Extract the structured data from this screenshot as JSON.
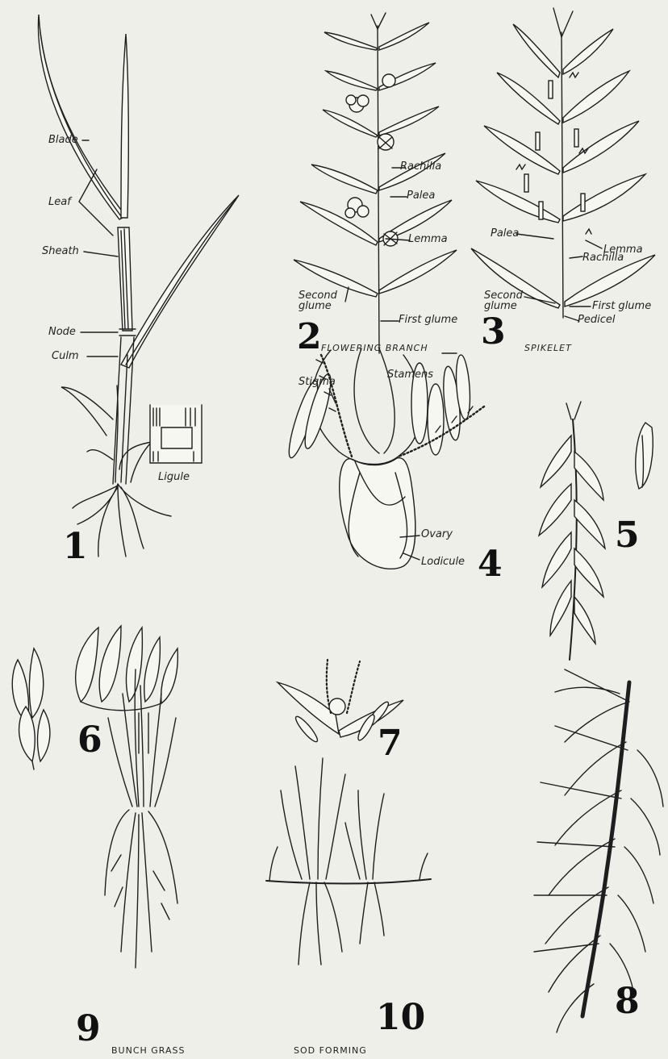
{
  "figure1": {
    "number": "1",
    "labels": {
      "blade": "Blade",
      "leaf": "Leaf",
      "sheath": "Sheath",
      "node": "Node",
      "culm": "Culm",
      "ligule": "Ligule"
    }
  },
  "figure2": {
    "number": "2",
    "caption": "FLOWERING BRANCH",
    "labels": {
      "rachilla": "Rachilla",
      "palea": "Palea",
      "lemma": "Lemma",
      "second_glume": "Second\nglume",
      "first_glume": "First glume"
    }
  },
  "figure3": {
    "number": "3",
    "caption": "SPIKELET",
    "labels": {
      "palea": "Palea",
      "lemma": "Lemma",
      "rachilla": "Rachilla",
      "second_glume": "Second\nglume",
      "first_glume": "First glume",
      "pedicel": "Pedicel"
    }
  },
  "figure4": {
    "number": "4",
    "labels": {
      "stigma": "Stigma",
      "stamens": "Stamens",
      "ovary": "Ovary",
      "lodicule": "Lodicule"
    }
  },
  "figure5": {
    "number": "5"
  },
  "figure6": {
    "number": "6"
  },
  "figure7": {
    "number": "7"
  },
  "figure8": {
    "number": "8"
  },
  "figure9": {
    "number": "9",
    "caption": "BUNCH GRASS"
  },
  "figure10": {
    "number": "10",
    "caption": "SOD FORMING"
  }
}
